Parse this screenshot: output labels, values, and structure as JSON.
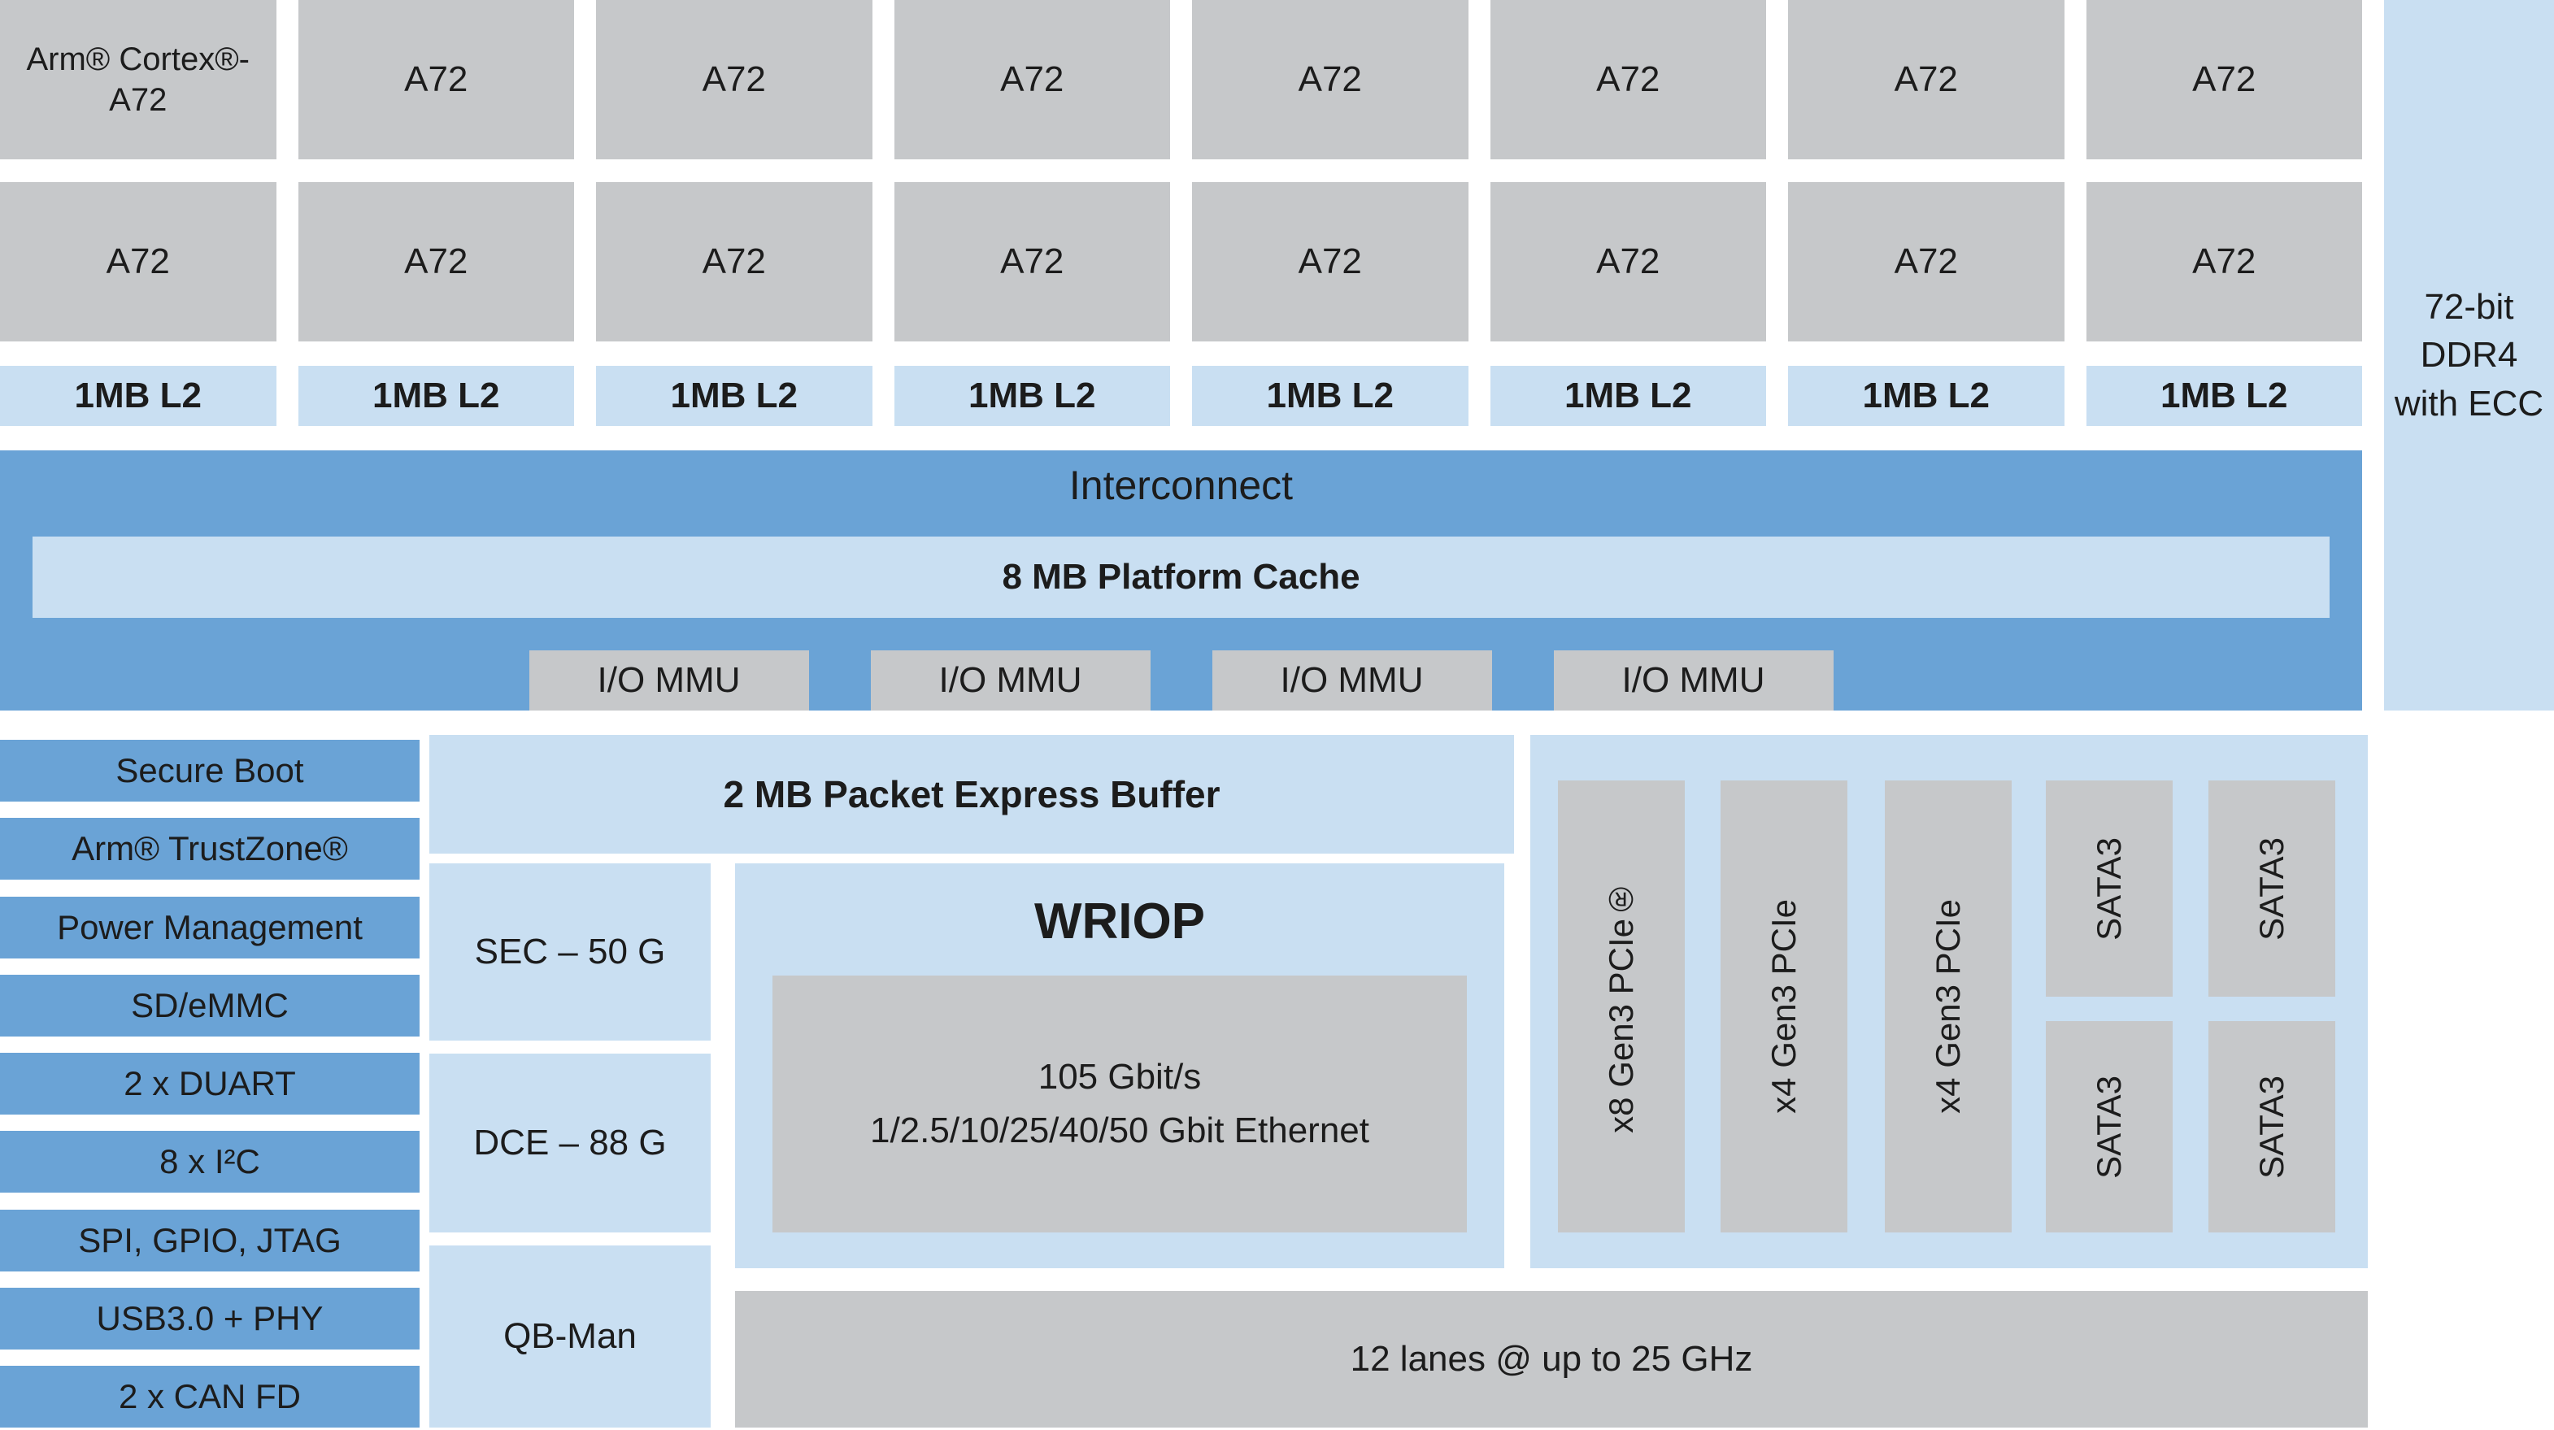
{
  "colors": {
    "block_gray": "#c6c8ca",
    "block_light_blue": "#c9dff2",
    "block_blue": "#6aa3d6",
    "background": "#ffffff"
  },
  "cpu": {
    "row1": [
      "Arm® Cortex®-A72",
      "A72",
      "A72",
      "A72",
      "A72",
      "A72",
      "A72",
      "A72"
    ],
    "row2": [
      "A72",
      "A72",
      "A72",
      "A72",
      "A72",
      "A72",
      "A72",
      "A72"
    ],
    "l2": [
      "1MB L2",
      "1MB L2",
      "1MB L2",
      "1MB L2",
      "1MB L2",
      "1MB L2",
      "1MB L2",
      "1MB L2"
    ]
  },
  "memory": {
    "ddr": "72-bit DDR4 with ECC"
  },
  "interconnect": {
    "title": "Interconnect",
    "platform_cache": "8 MB Platform Cache",
    "io_mmu": [
      "I/O MMU",
      "I/O MMU",
      "I/O MMU",
      "I/O MMU"
    ]
  },
  "peripherals": [
    "Secure Boot",
    "Arm® TrustZone®",
    "Power Management",
    "SD/eMMC",
    "2 x DUART",
    "8 x I²C",
    "SPI, GPIO, JTAG",
    "USB3.0 + PHY",
    "2 x CAN FD"
  ],
  "datapath": {
    "packet_buffer": "2 MB Packet Express Buffer",
    "accelerators": [
      "SEC – 50 G",
      "DCE – 88 G",
      "QB-Man"
    ],
    "wriop": {
      "title": "WRIOP",
      "ethernet_line1": "105 Gbit/s",
      "ethernet_line2": "1/2.5/10/25/40/50 Gbit Ethernet"
    },
    "serdes": "12 lanes @ up to 25 GHz"
  },
  "high_speed_io": {
    "pcie": [
      "x8 Gen3 PCIe®",
      "x4 Gen3 PCIe",
      "x4 Gen3 PCIe"
    ],
    "sata": [
      "SATA3",
      "SATA3",
      "SATA3",
      "SATA3"
    ]
  }
}
